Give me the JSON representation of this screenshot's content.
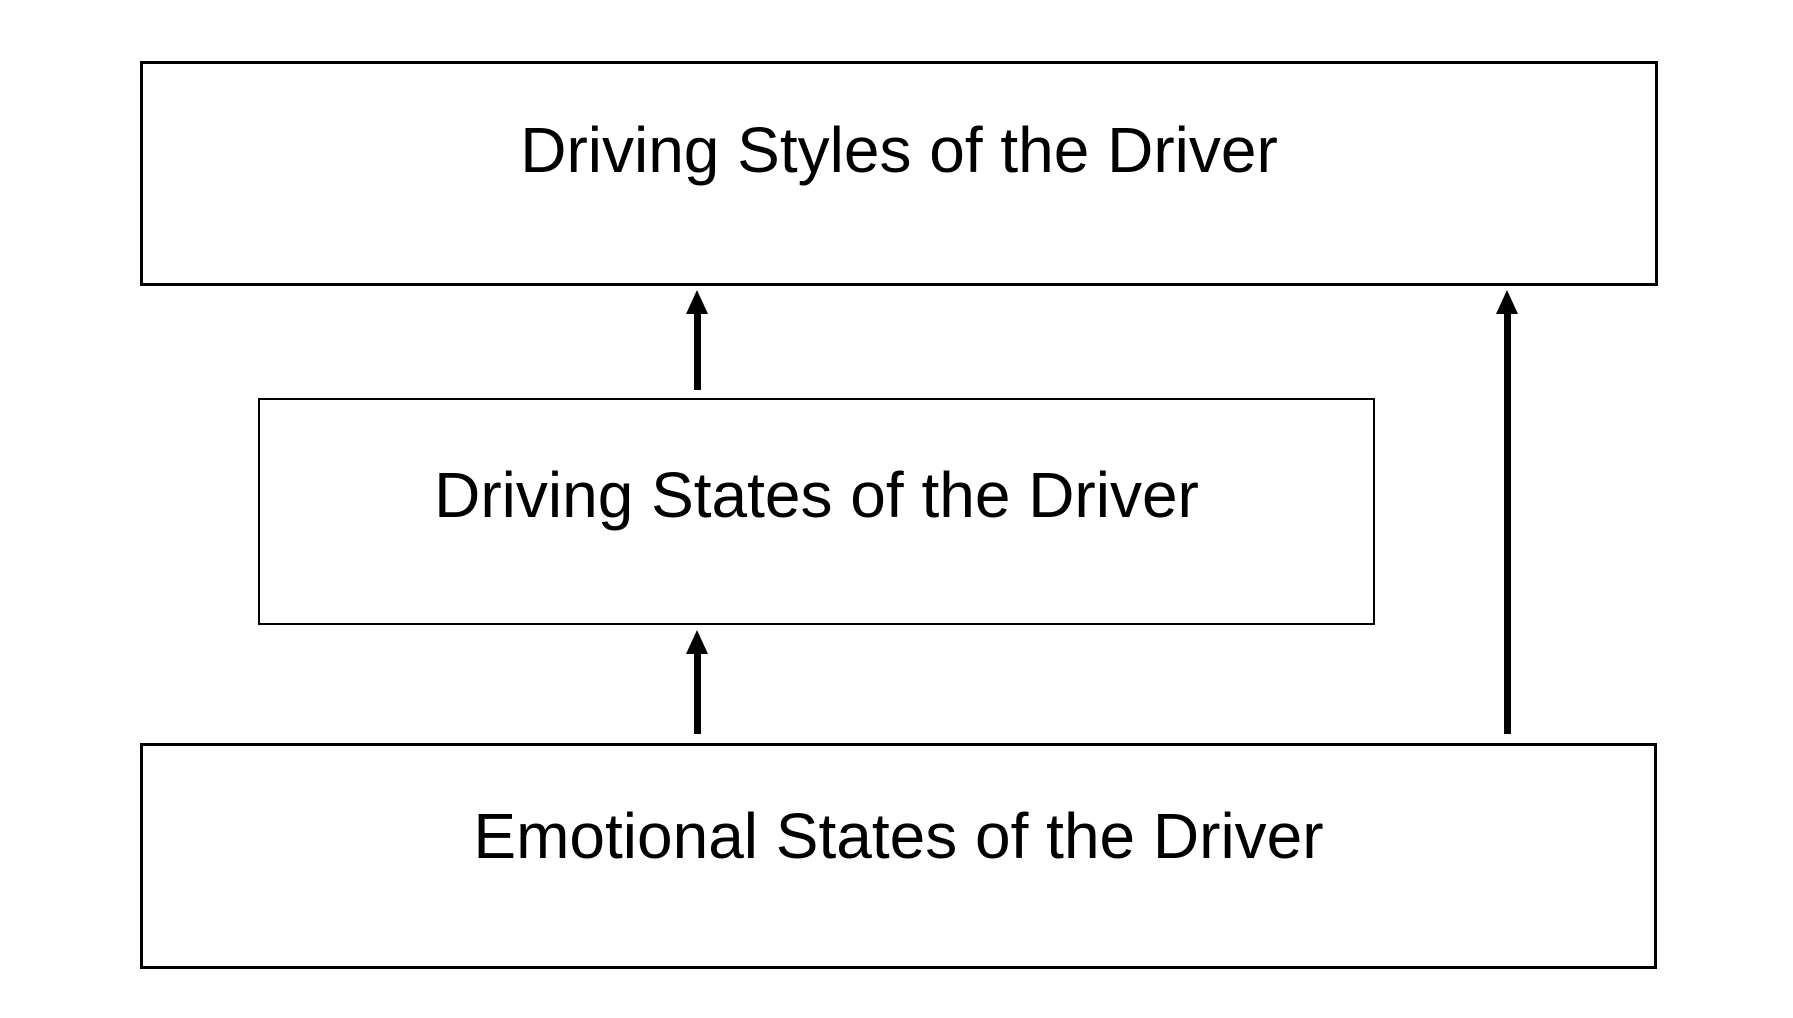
{
  "diagram": {
    "type": "flow-diagram",
    "colors": {
      "background": "#ffffff",
      "box_fill": "#ffffff",
      "box_border": "#000000",
      "text": "#000000",
      "arrow": "#000000"
    },
    "boxes": {
      "driving_styles": {
        "label": "Driving Styles of the Driver"
      },
      "driving_states": {
        "label": "Driving States of the Driver"
      },
      "emotional_states": {
        "label": "Emotional States of the Driver"
      }
    },
    "arrows": [
      {
        "name": "driving-states-to-driving-styles",
        "from": "Driving States of the Driver",
        "to": "Driving Styles of the Driver",
        "direction": "up",
        "position": "center"
      },
      {
        "name": "emotional-states-to-driving-states",
        "from": "Emotional States of the Driver",
        "to": "Driving States of the Driver",
        "direction": "up",
        "position": "center"
      },
      {
        "name": "emotional-states-to-driving-styles",
        "from": "Emotional States of the Driver",
        "to": "Driving Styles of the Driver",
        "direction": "up",
        "position": "right"
      }
    ]
  }
}
